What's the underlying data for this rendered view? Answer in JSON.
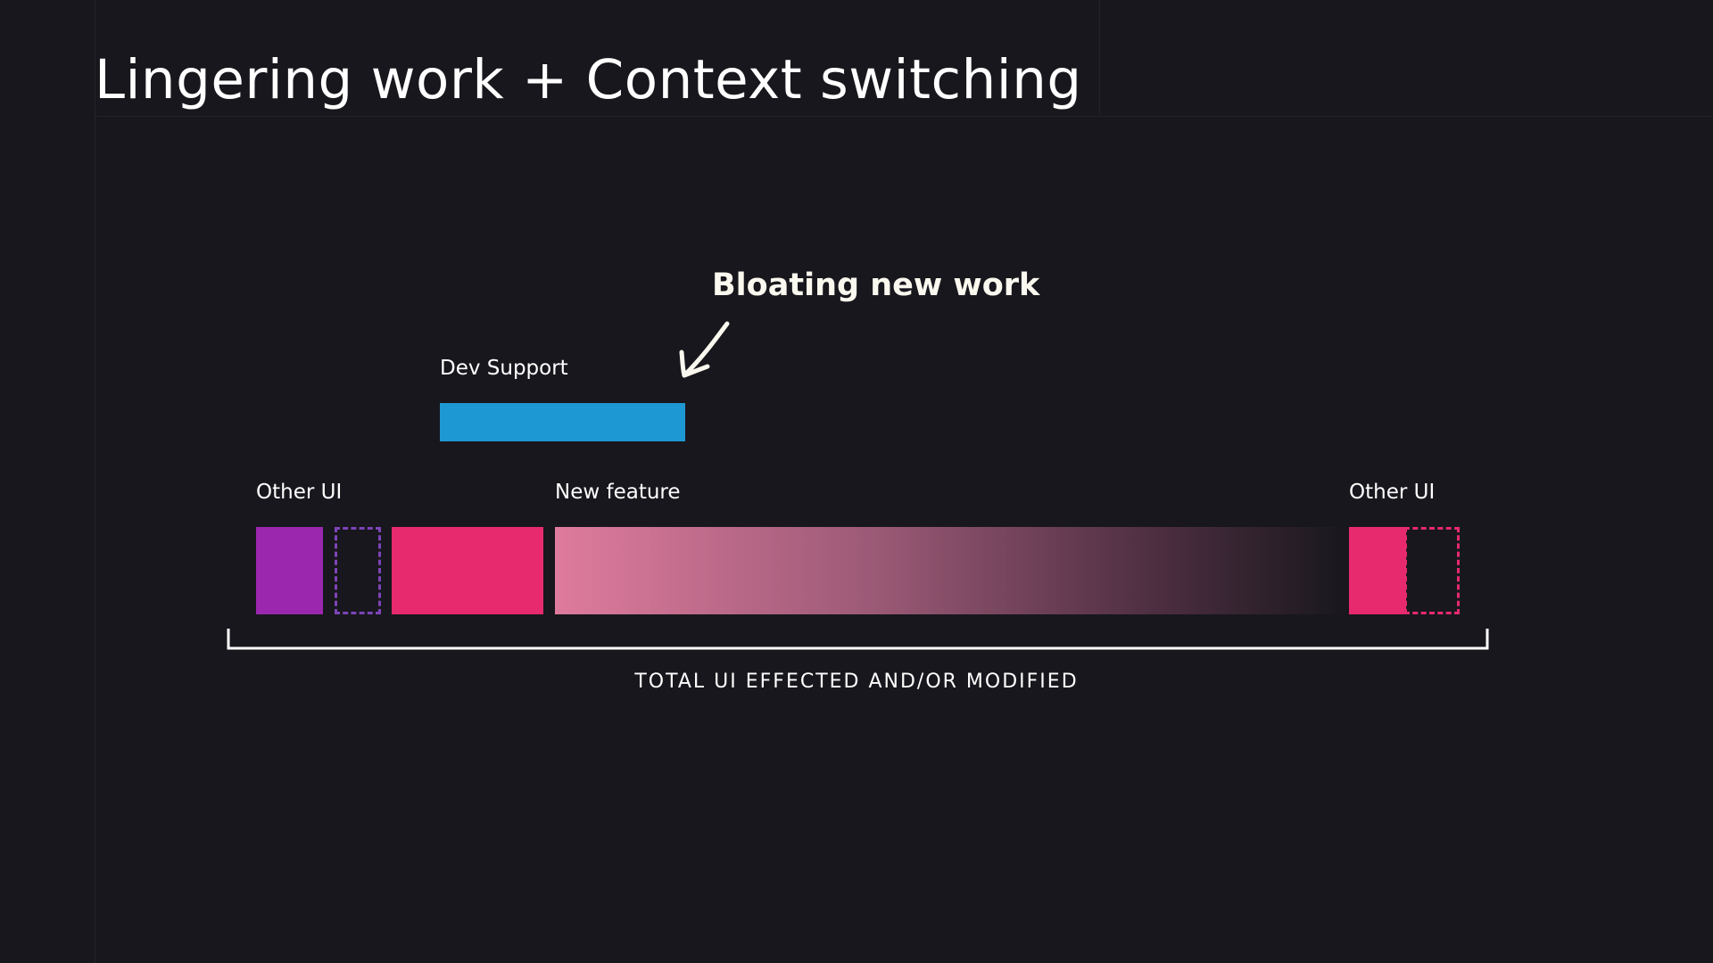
{
  "slide": {
    "title": "Lingering work + Context switching"
  },
  "diagram": {
    "annotation": "Bloating new work",
    "labels": {
      "dev_support": "Dev Support",
      "other_ui_left": "Other UI",
      "new_feature": "New feature",
      "other_ui_right": "Other UI"
    },
    "caption": "TOTAL UI EFFECTED AND/OR MODIFIED",
    "colors": {
      "background": "#18171d",
      "dev_support": "#1e98d2",
      "purple": "#9b27af",
      "purple_dashed": "#7e44b8",
      "pink": "#e72a6d",
      "new_feature_gradient_start": "#df7b9d",
      "new_feature_gradient_end": "#18171d",
      "bracket": "#ffffff",
      "annotation_arrow": "#fbf9ef"
    }
  }
}
